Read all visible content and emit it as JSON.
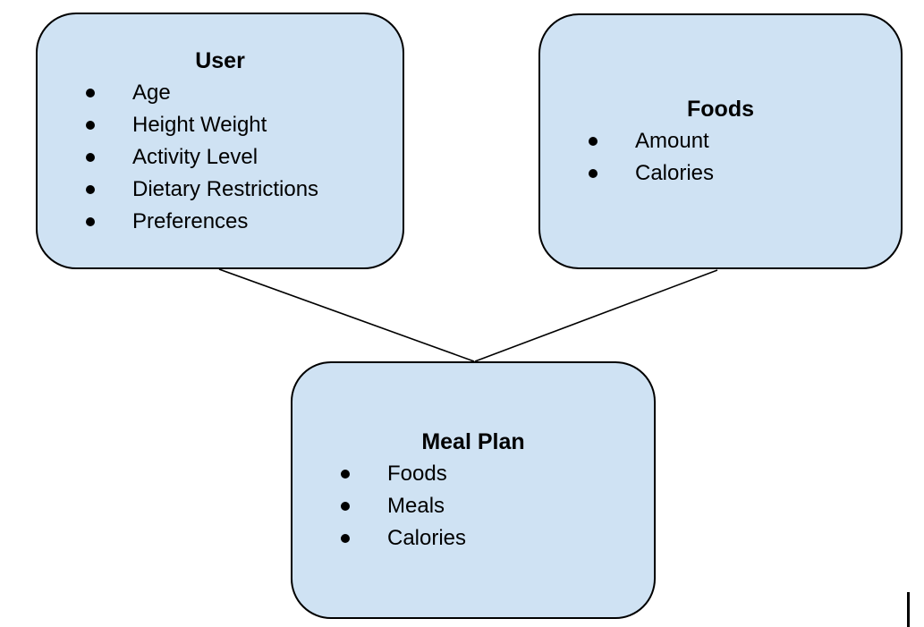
{
  "diagram": {
    "background_color": "#ffffff",
    "node_fill_color": "#cfe2f3",
    "node_border_color": "#000000",
    "connector_color": "#000000",
    "nodes": [
      {
        "id": "user",
        "title": "User",
        "items": [
          "Age",
          "Height Weight",
          "Activity Level",
          "Dietary Restrictions",
          "Preferences"
        ]
      },
      {
        "id": "foods",
        "title": "Foods",
        "items": [
          "Amount",
          "Calories"
        ]
      },
      {
        "id": "meal-plan",
        "title": "Meal Plan",
        "items": [
          "Foods",
          "Meals",
          "Calories"
        ]
      }
    ],
    "connections": [
      {
        "from": "user",
        "to": "meal-plan"
      },
      {
        "from": "foods",
        "to": "meal-plan"
      }
    ]
  }
}
